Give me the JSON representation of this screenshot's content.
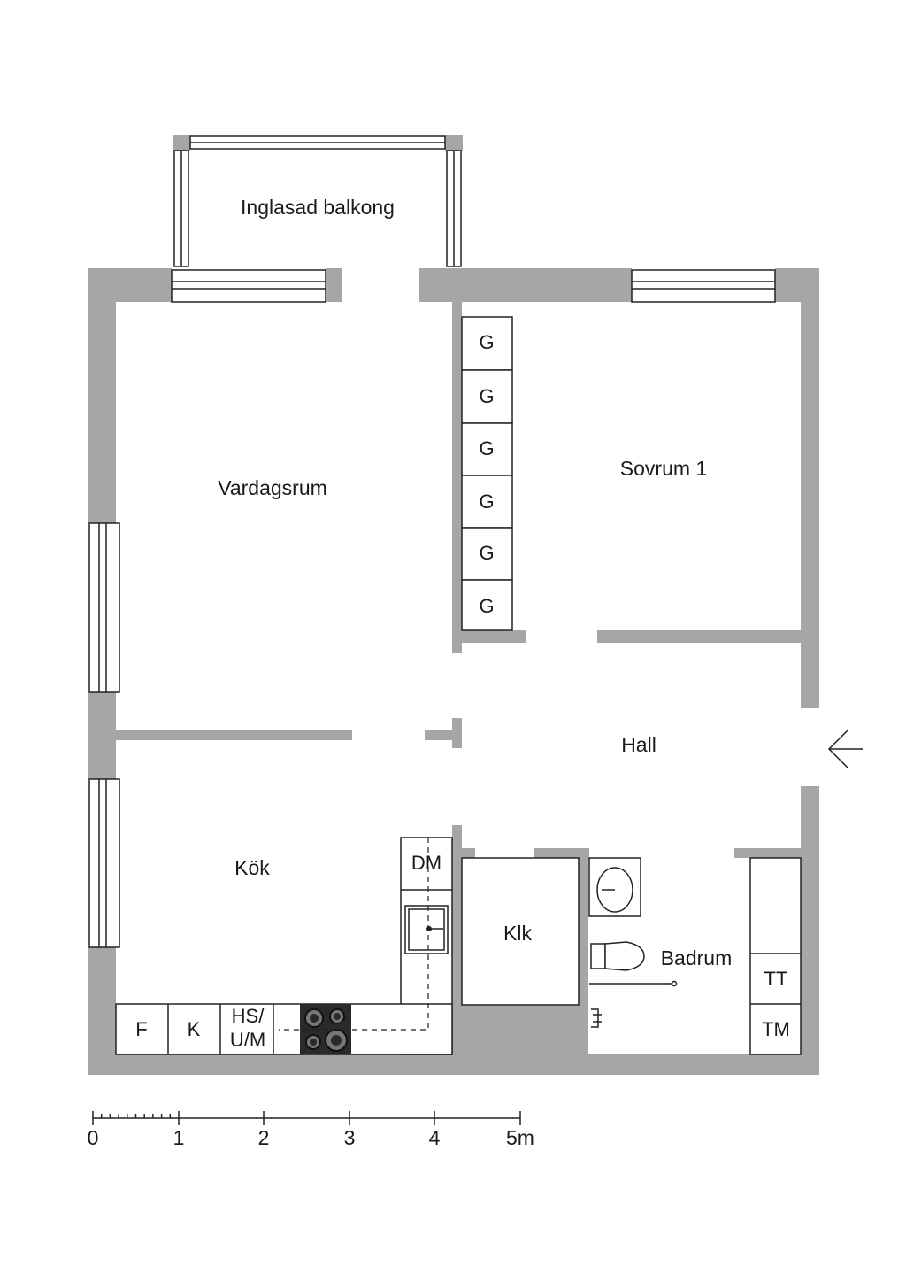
{
  "rooms": {
    "balcony": "Inglasad balkong",
    "living": "Vardagsrum",
    "bedroom": "Sovrum 1",
    "hall": "Hall",
    "kitchen": "Kök",
    "closet": "Klk",
    "bathroom": "Badrum"
  },
  "fixtures": {
    "wardrobe": [
      "G",
      "G",
      "G",
      "G",
      "G",
      "G"
    ],
    "dishwasher": "DM",
    "fridge": "F",
    "freezer": "K",
    "cabinet_line1": "HS/",
    "cabinet_line2": "U/M",
    "dryer": "TT",
    "washer": "TM"
  },
  "scale": {
    "labels": [
      "0",
      "1",
      "2",
      "3",
      "4",
      "5m"
    ]
  },
  "colors": {
    "wall": "#a6a6a6",
    "line": "#222222"
  },
  "icons": {
    "entrance": "entrance-arrow-icon"
  }
}
